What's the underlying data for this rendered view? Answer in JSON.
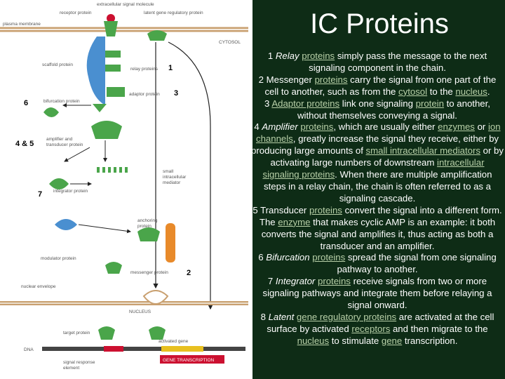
{
  "title": "IC Proteins",
  "figure": {
    "labels": {
      "extracellular_signal_molecule": "extracellular signal molecule",
      "receptor_protein": "receptor protein",
      "latent_gene_regulatory_protein": "latent gene regulatory protein",
      "plasma_membrane": "plasma membrane",
      "cytosol": "CYTOSOL",
      "scaffold_protein": "scaffold protein",
      "relay_proteins": "relay proteins",
      "adaptor_protein": "adaptor protein",
      "bifurcation_protein": "bifurcation protein",
      "amplifier_transducer_1": "amplifier and",
      "amplifier_transducer_2": "transducer protein",
      "small_mediator_1": "small",
      "small_mediator_2": "intracellular",
      "small_mediator_3": "mediator",
      "integrator_protein": "integrator protein",
      "anchoring_protein_1": "anchoring",
      "anchoring_protein_2": "protein",
      "modulator_protein": "modulator protein",
      "messenger_protein": "messenger protein",
      "nuclear_envelope": "nuclear envelope",
      "nucleus": "NUCLEUS",
      "target_protein": "target protein",
      "activated_gene": "activated gene",
      "dna": "DNA",
      "signal_response_1": "signal response",
      "signal_response_2": "element",
      "gene_transcription": "GENE TRANSCRIPTION"
    },
    "numbers": {
      "n1": "1",
      "n3": "3",
      "n6": "6",
      "n45": "4 & 5",
      "n7": "7",
      "n2": "2"
    }
  },
  "text": {
    "p1": {
      "num": "1 ",
      "type": "Relay",
      "link": "proteins",
      "rest": " simply pass the message to the next signaling component in the chain."
    },
    "p2": {
      "num": "2 Messenger ",
      "link1": "proteins",
      "mid": " carry the signal from one part of the cell to another, such as from the ",
      "link2": "cytosol",
      "mid2": " to the ",
      "link3": "nucleus",
      "end": "."
    },
    "p3": {
      "num": "3 ",
      "link1": "Adaptor proteins",
      "mid": " link one signaling ",
      "link2": "protein",
      "rest": " to another, without themselves conveying a signal."
    },
    "p4": {
      "num": "4 ",
      "type": "Amplifier",
      "link1": "proteins",
      "mid": ", which are usually either ",
      "link2": "enzymes",
      "mid2": " or ",
      "link3": "ion channels",
      "mid3": ", greatly increase the signal they receive, either by producing large amounts of ",
      "link4": "small intracellular mediators",
      "mid4": " or by activating large numbers of downstream ",
      "link5": "intracellular signaling proteins",
      "rest": ". When there are multiple amplification steps in a relay chain, the chain is often referred to as a signaling cascade."
    },
    "p5": {
      "num": "5 Transducer ",
      "link1": "proteins",
      "mid": " convert the signal into a different form. The ",
      "link2": "enzyme",
      "rest": " that makes cyclic AMP is an example: it both converts the signal and amplifies it, thus acting as both a transducer and an amplifier."
    },
    "p6": {
      "num": "6 ",
      "type": "Bifurcation",
      "link": "proteins",
      "rest": " spread the signal from one signaling pathway to another."
    },
    "p7": {
      "num": "7 ",
      "type": "Integrator",
      "link": "proteins",
      "rest": " receive signals from two or more signaling pathways and integrate them before relaying a signal onward."
    },
    "p8": {
      "num": "8 ",
      "type": "Latent",
      "link1": "gene regulatory proteins",
      "mid": " are activated at the cell surface by activated ",
      "link2": "receptors",
      "mid2": " and then migrate to the ",
      "link3": "nucleus",
      "mid3": " to stimulate ",
      "link4": "gene",
      "rest": " transcription."
    }
  },
  "colors": {
    "background": "#0e2c16",
    "protein_green": "#4aa54a",
    "scaffold_blue": "#4a8fd0",
    "anchoring_orange": "#e88a2a",
    "link": "#b8d0a8",
    "signal_molecule": "#cc1030"
  }
}
